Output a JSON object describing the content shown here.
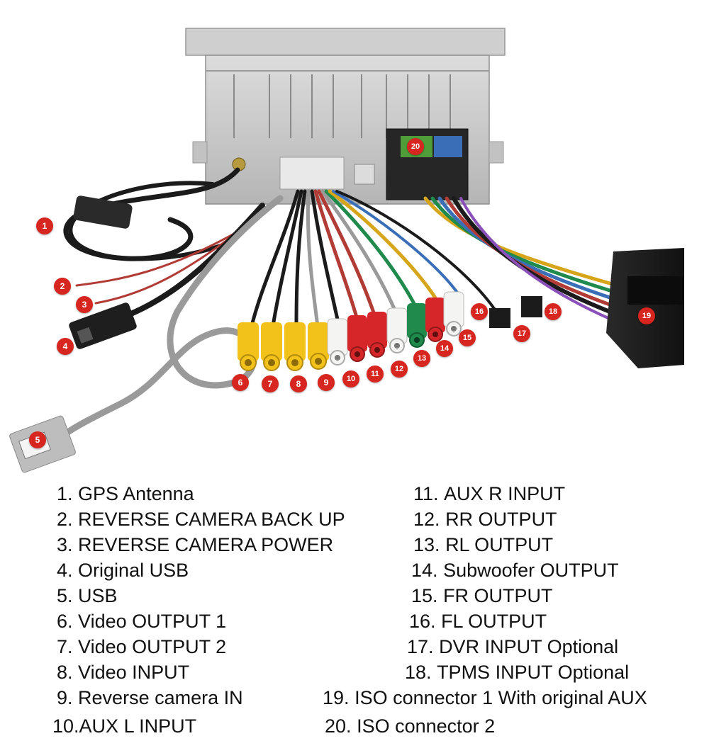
{
  "callouts": [
    {
      "n": "1",
      "label": "GPS Antenna"
    },
    {
      "n": "2",
      "label": "REVERSE CAMERA BACK UP"
    },
    {
      "n": "3",
      "label": "REVERSE CAMERA POWER"
    },
    {
      "n": "4",
      "label": "Original USB"
    },
    {
      "n": "5",
      "label": "USB"
    },
    {
      "n": "6",
      "label": "Video OUTPUT 1"
    },
    {
      "n": "7",
      "label": "Video OUTPUT 2"
    },
    {
      "n": "8",
      "label": "Video INPUT"
    },
    {
      "n": "9",
      "label": "Reverse camera IN"
    },
    {
      "n": "10",
      "label": "AUX L INPUT"
    },
    {
      "n": "11",
      "label": "AUX R INPUT"
    },
    {
      "n": "12",
      "label": "RR OUTPUT"
    },
    {
      "n": "13",
      "label": "RL OUTPUT"
    },
    {
      "n": "14",
      "label": "Subwoofer OUTPUT"
    },
    {
      "n": "15",
      "label": "FR OUTPUT"
    },
    {
      "n": "16",
      "label": "FL OUTPUT"
    },
    {
      "n": "17",
      "label": "DVR INPUT Optional"
    },
    {
      "n": "18",
      "label": "TPMS INPUT Optional"
    },
    {
      "n": "19",
      "label": "ISO connector 1 With original AUX"
    },
    {
      "n": "20",
      "label": "ISO connector 2"
    }
  ],
  "legend": {
    "left": [
      {
        "num": "1.",
        "text": "GPS Antenna"
      },
      {
        "num": "2.",
        "text": "REVERSE CAMERA BACK UP"
      },
      {
        "num": "3.",
        "text": "REVERSE CAMERA POWER"
      },
      {
        "num": "4.",
        "text": "Original USB"
      },
      {
        "num": "5.",
        "text": "USB"
      },
      {
        "num": "6.",
        "text": "Video OUTPUT 1"
      },
      {
        "num": "7.",
        "text": "Video OUTPUT 2"
      },
      {
        "num": "8.",
        "text": "Video INPUT"
      },
      {
        "num": "9.",
        "text": "Reverse camera IN"
      },
      {
        "num": "10.",
        "text": "AUX L INPUT"
      }
    ],
    "right": [
      {
        "num": "11.",
        "text": "AUX R INPUT"
      },
      {
        "num": "12.",
        "text": "RR OUTPUT"
      },
      {
        "num": "13.",
        "text": "RL OUTPUT"
      },
      {
        "num": "14.",
        "text": "Subwoofer OUTPUT"
      },
      {
        "num": "15.",
        "text": "FR OUTPUT"
      },
      {
        "num": "16.",
        "text": "FL OUTPUT"
      },
      {
        "num": "17.",
        "text": "DVR INPUT Optional"
      },
      {
        "num": "18.",
        "text": "TPMS INPUT Optional"
      },
      {
        "num": "19.",
        "text": "ISO connector 1 With original AUX"
      },
      {
        "num": "20.",
        "text": "ISO connector 2"
      }
    ]
  },
  "colors": {
    "marker": "#d6261f",
    "rca_yellow": "#f2c21a",
    "rca_white": "#f4f4f2",
    "rca_red": "#d7262a",
    "rca_green": "#1f8a4c",
    "cable_gray": "#9a9a9a",
    "cable_black": "#1b1b1b",
    "chassis": "#c9c9c9"
  }
}
